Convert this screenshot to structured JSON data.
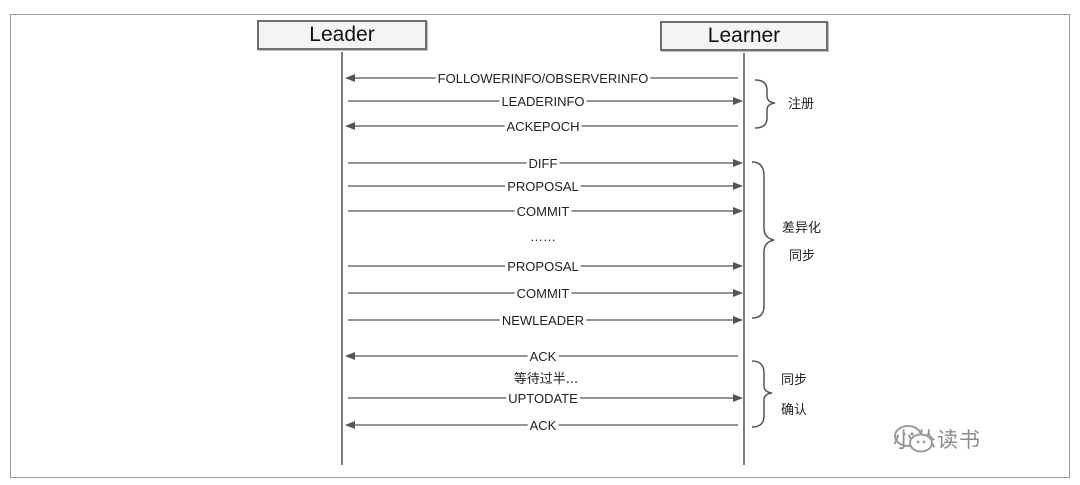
{
  "participants": {
    "leader": "Leader",
    "learner": "Learner"
  },
  "messages": [
    {
      "label": "FOLLOWERINFO/OBSERVERINFO",
      "direction": "left"
    },
    {
      "label": "LEADERINFO",
      "direction": "right"
    },
    {
      "label": "ACKEPOCH",
      "direction": "left"
    },
    {
      "label": "DIFF",
      "direction": "right"
    },
    {
      "label": "PROPOSAL",
      "direction": "right"
    },
    {
      "label": "COMMIT",
      "direction": "right"
    },
    {
      "label": "PROPOSAL",
      "direction": "right"
    },
    {
      "label": "COMMIT",
      "direction": "right"
    },
    {
      "label": "NEWLEADER",
      "direction": "right"
    },
    {
      "label": "ACK",
      "direction": "left"
    },
    {
      "label": "UPTODATE",
      "direction": "right"
    },
    {
      "label": "ACK",
      "direction": "left"
    }
  ],
  "ellipsis": "……",
  "waiting_note": "等待过半...",
  "phases": {
    "register": "注册",
    "diff_sync_line1": "差异化",
    "diff_sync_line2": "同步",
    "confirm_line1": "同步",
    "confirm_line2": "确认"
  },
  "watermark": {
    "text": "小怂读书",
    "icon": "wechat-icon"
  },
  "colors": {
    "line": "#555555",
    "text": "#222222",
    "watermark": "#8c8c8c"
  }
}
